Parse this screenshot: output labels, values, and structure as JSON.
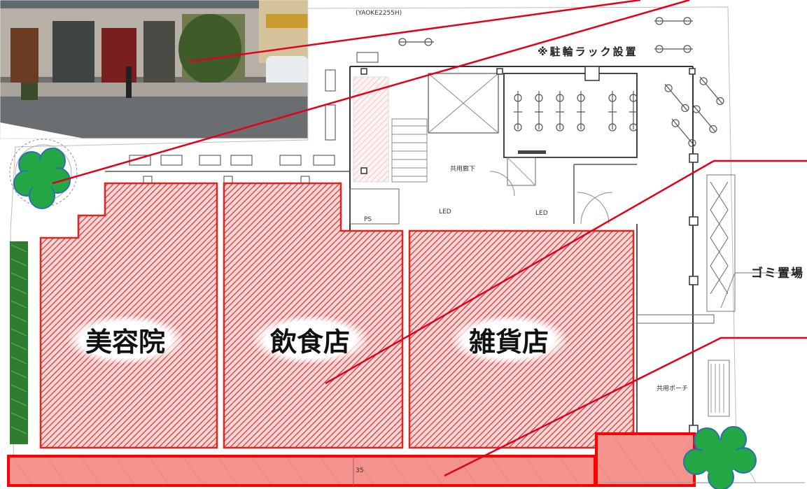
{
  "shops": {
    "beauty_salon": "美容院",
    "restaurant": "飲食店",
    "general_store": "雑貨店"
  },
  "labels": {
    "bicycle_rack_note": "※駐輪ラック設置",
    "garbage_area": "ゴミ置場",
    "drawing_tag": "(YAOKE2255H)",
    "led": "LED",
    "common_hall": "共用廊下",
    "shared_porch": "共用ポーチ",
    "led_2": "LED",
    "small_corner": "PS",
    "dimension": "35"
  },
  "colors": {
    "hatch_red": "#e3231c",
    "hatch_fill": "#f7b5b5",
    "callout_line": "#e3001b",
    "strip_fill": "#f28a86",
    "tree_green": "#23a845",
    "tree_outline": "#2b6fb3",
    "hedge_green": "#2f7d2f"
  }
}
